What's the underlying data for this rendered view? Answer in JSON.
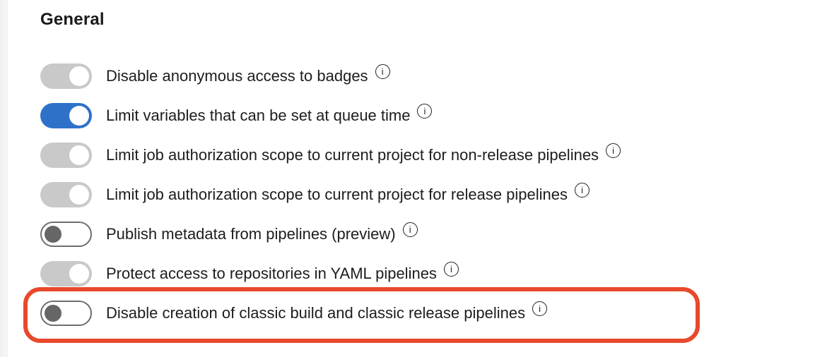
{
  "page": {
    "heading": "General"
  },
  "colors": {
    "toggle_on": "#2e71c9",
    "toggle_on_disabled": "#c9c9c9",
    "toggle_off_border": "#6e6e6e",
    "toggle_off_knob": "#666666",
    "annotation_red": "#e8492b"
  },
  "icons": {
    "info_glyph": "i"
  },
  "settings": {
    "items": [
      {
        "label": "Disable anonymous access to badges",
        "state": "on_disabled",
        "info_icon": true,
        "highlighted": false
      },
      {
        "label": "Limit variables that can be set at queue time",
        "state": "on",
        "info_icon": true,
        "highlighted": false
      },
      {
        "label": "Limit job authorization scope to current project for non-release pipelines",
        "state": "on_disabled",
        "info_icon": true,
        "highlighted": false
      },
      {
        "label": "Limit job authorization scope to current project for release pipelines",
        "state": "on_disabled",
        "info_icon": true,
        "highlighted": false
      },
      {
        "label": "Publish metadata from pipelines (preview)",
        "state": "off",
        "info_icon": true,
        "highlighted": false
      },
      {
        "label": "Protect access to repositories in YAML pipelines",
        "state": "on_disabled",
        "info_icon": true,
        "highlighted": false
      },
      {
        "label": "Disable creation of classic build and classic release pipelines",
        "state": "off",
        "info_icon": true,
        "highlighted": true
      }
    ]
  }
}
